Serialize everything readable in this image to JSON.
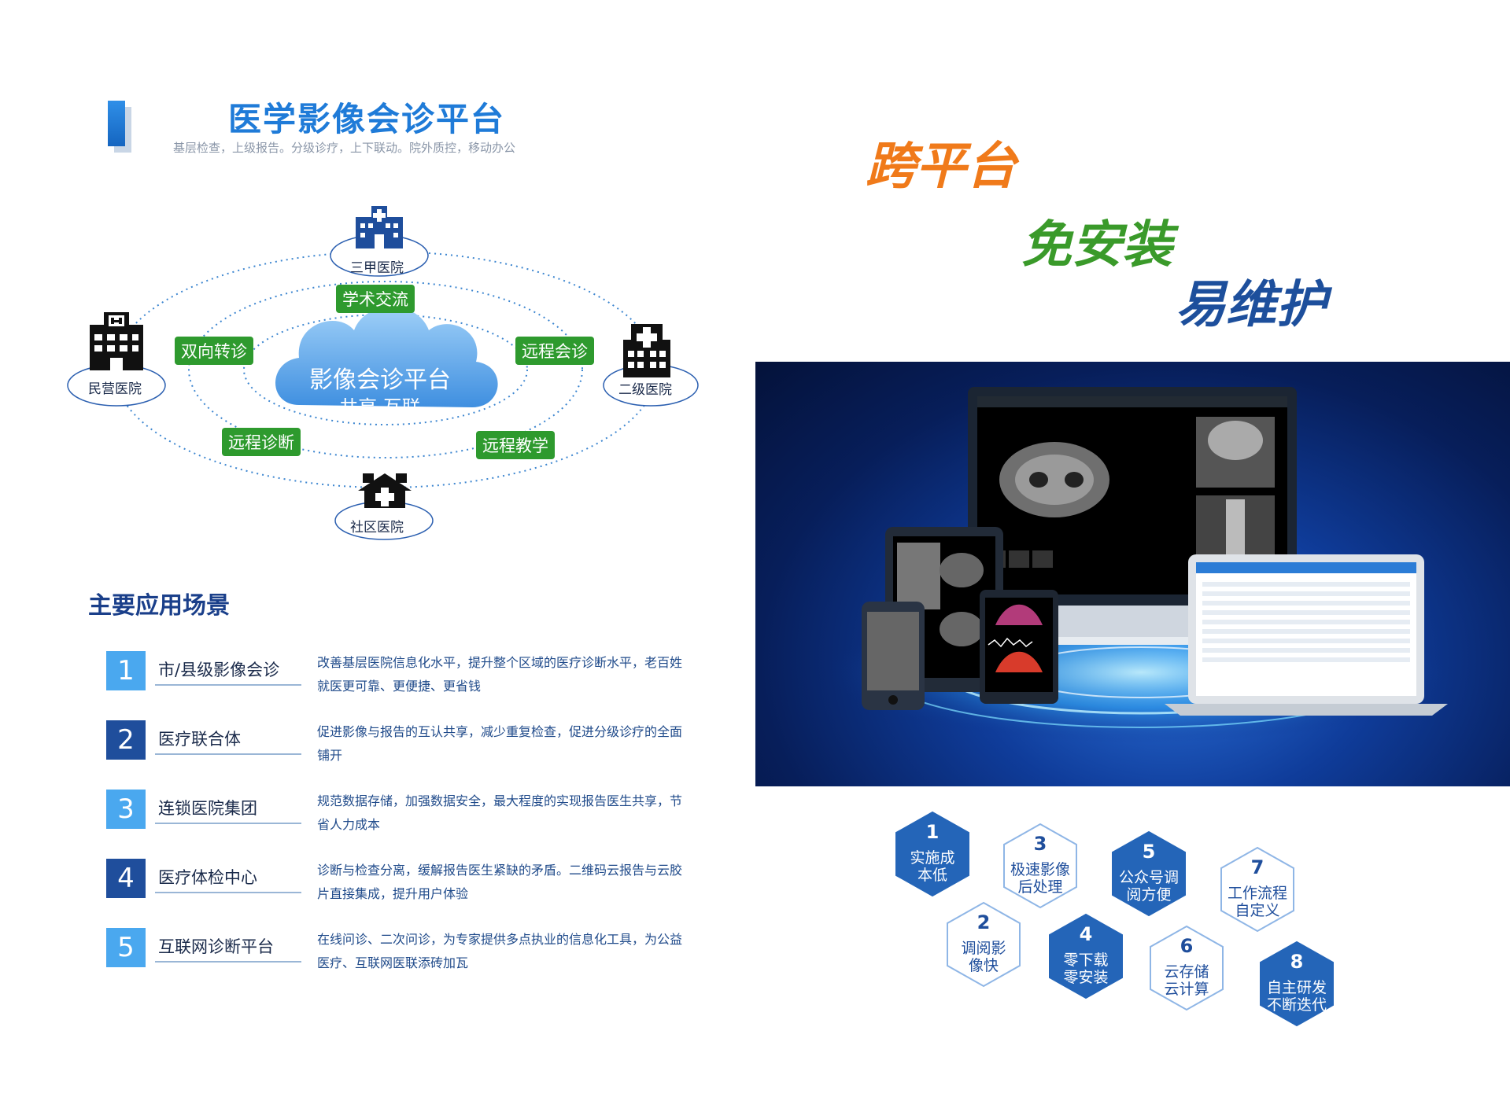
{
  "header": {
    "title": "医学影像会诊平台",
    "subtitle": "基层检查，上级报告。分级诊疗，上下联动。院外质控，移动办公"
  },
  "diagram": {
    "center_line1": "影像会诊平台",
    "center_line2": "共享 互联",
    "hospitals": {
      "top": "三甲医院",
      "left": "民营医院",
      "right": "二级医院",
      "bottom": "社区医院"
    },
    "pills": {
      "academic": "学术交流",
      "referral": "双向转诊",
      "remote_consult": "远程会诊",
      "remote_diagnosis": "远程诊断",
      "remote_teaching": "远程教学"
    }
  },
  "scenarios": {
    "title": "主要应用场景",
    "items": [
      {
        "num": "1",
        "name": "市/县级影像会诊",
        "desc": "改善基层医院信息化水平，提升整个区域的医疗诊断水平，老百姓就医更可靠、更便捷、更省钱"
      },
      {
        "num": "2",
        "name": "医疗联合体",
        "desc": "促进影像与报告的互认共享，减少重复检查，促进分级诊疗的全面铺开"
      },
      {
        "num": "3",
        "name": "连锁医院集团",
        "desc": "规范数据存储，加强数据安全，最大程度的实现报告医生共享，节省人力成本"
      },
      {
        "num": "4",
        "name": "医疗体检中心",
        "desc": "诊断与检查分离，缓解报告医生紧缺的矛盾。二维码云报告与云胶片直接集成，提升用户体验"
      },
      {
        "num": "5",
        "name": "互联网诊断平台",
        "desc": "在线问诊、二次问诊，为专家提供多点执业的信息化工具，为公益医疗、互联网医联添砖加瓦"
      }
    ]
  },
  "slogans": {
    "s1": "跨平台",
    "s2": "免安装",
    "s3": "易维护"
  },
  "features": [
    {
      "num": "1",
      "l1": "实施成",
      "l2": "本低"
    },
    {
      "num": "2",
      "l1": "调阅影",
      "l2": "像快"
    },
    {
      "num": "3",
      "l1": "极速影像",
      "l2": "后处理"
    },
    {
      "num": "4",
      "l1": "零下载",
      "l2": "零安装"
    },
    {
      "num": "5",
      "l1": "公众号调",
      "l2": "阅方便"
    },
    {
      "num": "6",
      "l1": "云存储",
      "l2": "云计算"
    },
    {
      "num": "7",
      "l1": "工作流程",
      "l2": "自定义"
    },
    {
      "num": "8",
      "l1": "自主研发",
      "l2": "不断迭代"
    }
  ],
  "colors": {
    "title_blue": "#1f7bd8",
    "pill_green": "#2e9a2e",
    "slogan_orange": "#f07a1a",
    "slogan_green": "#3a9a2a",
    "slogan_blue": "#1d4f9c",
    "hex_dark": "#2465b8",
    "hex_light_border": "#8fb6e6",
    "num_light": "#4aa8ef",
    "num_dark": "#1f4e9c"
  }
}
